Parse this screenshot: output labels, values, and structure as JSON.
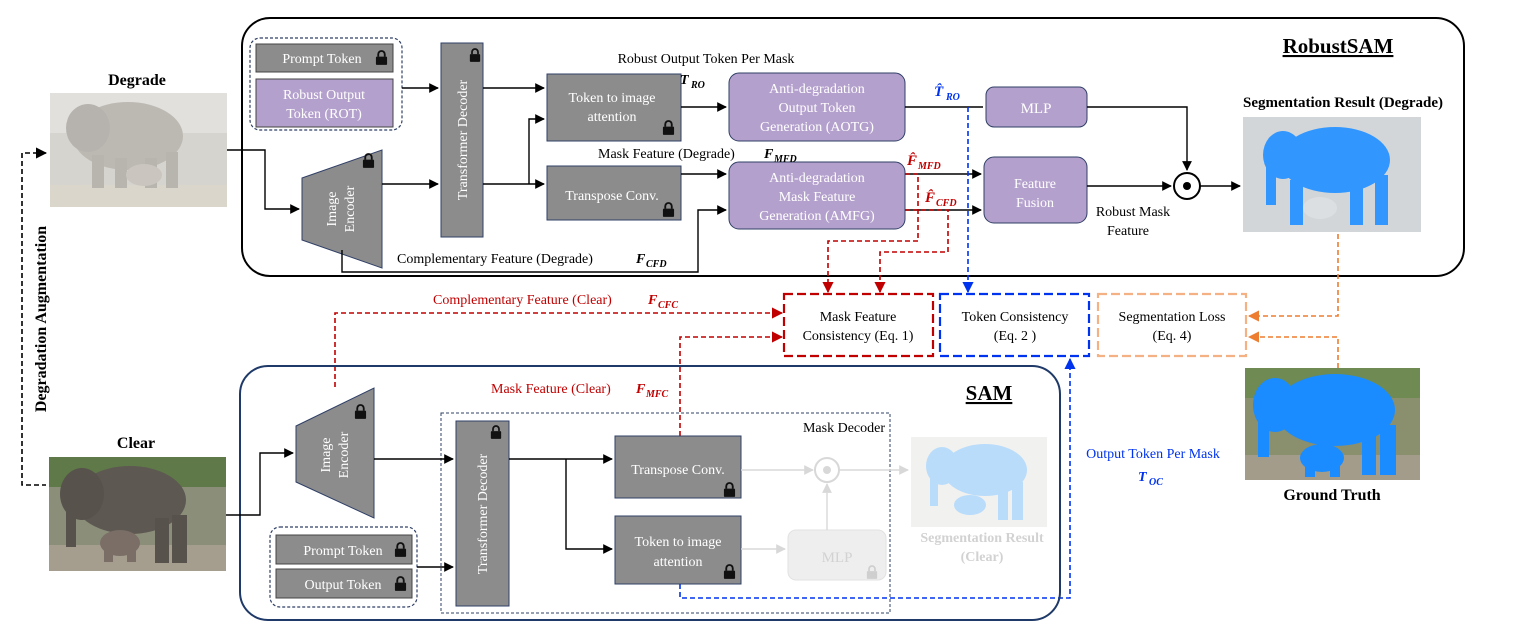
{
  "robustsam": {
    "title": "RobustSAM",
    "prompt_token": "Prompt Token",
    "rot_line1": "Robust Output",
    "rot_line2": "Token (ROT)",
    "transformer_decoder": "Transformer Decoder",
    "image_encoder_l1": "Image",
    "image_encoder_l2": "Encoder",
    "token_to_image_l1": "Token to image",
    "token_to_image_l2": "attention",
    "transpose_conv": "Transpose Conv.",
    "aotg_l1": "Anti-degradation",
    "aotg_l2": "Output Token",
    "aotg_l3": "Generation (AOTG)",
    "amfg_l1": "Anti-degradation",
    "amfg_l2": "Mask Feature",
    "amfg_l3": "Generation (AMFG)",
    "mlp": "MLP",
    "feature_fusion_l1": "Feature",
    "feature_fusion_l2": "Fusion",
    "robust_output_token_label": "Robust Output Token Per Mask",
    "t_ro": "T",
    "t_ro_sub": "RO",
    "mask_feature_degrade": "Mask Feature (Degrade)",
    "f_mfd": "F",
    "f_mfd_sub": "MFD",
    "complementary_feature_degrade": "Complementary Feature (Degrade)",
    "f_cfd": "F",
    "f_cfd_sub": "CFD",
    "that_t_ro": "T̂",
    "that_t_ro_sub": "RO",
    "fhat_mfd": "F̂",
    "fhat_mfd_sub": "MFD",
    "fhat_cfd": "F̂",
    "fhat_cfd_sub": "CFD",
    "robust_mask_feature_l1": "Robust Mask",
    "robust_mask_feature_l2": "Feature",
    "seg_result_degrade": "Segmentation Result (Degrade)"
  },
  "inputs": {
    "degrade": "Degrade",
    "clear": "Clear",
    "degradation_augmentation": "Degradation Augmentation"
  },
  "losses": {
    "mfc_l1": "Mask Feature",
    "mfc_l2": "Consistency (Eq. 1)",
    "tc_l1": "Token Consistency",
    "tc_l2": "(Eq. 2 )",
    "sl_l1": "Segmentation Loss",
    "sl_l2": "(Eq. 4)",
    "complementary_feature_clear": "Complementary Feature (Clear)",
    "f_cfc": "F",
    "f_cfc_sub": "CFC",
    "mask_feature_clear": "Mask Feature (Clear)",
    "f_mfc": "F",
    "f_mfc_sub": "MFC",
    "output_token_per_mask": "Output Token Per Mask",
    "t_oc": "T",
    "t_oc_sub": "OC",
    "ground_truth": "Ground Truth"
  },
  "sam": {
    "title": "SAM",
    "image_encoder_l1": "Image",
    "image_encoder_l2": "Encoder",
    "mask_decoder": "Mask Decoder",
    "transformer_decoder": "Transformer Decoder",
    "transpose_conv": "Transpose Conv.",
    "token_to_image_l1": "Token to image",
    "token_to_image_l2": "attention",
    "mlp": "MLP",
    "prompt_token": "Prompt Token",
    "output_token": "Output Token",
    "seg_result_clear_l1": "Segmentation Result",
    "seg_result_clear_l2": "(Clear)"
  },
  "colors": {
    "gray_block": "#8c8c8c",
    "purple_block": "#b4a0cc",
    "red_loss": "#c00000",
    "blue_loss": "#0033ee",
    "orange_loss": "#ed7d31",
    "mask_blue": "#1a8cff"
  }
}
